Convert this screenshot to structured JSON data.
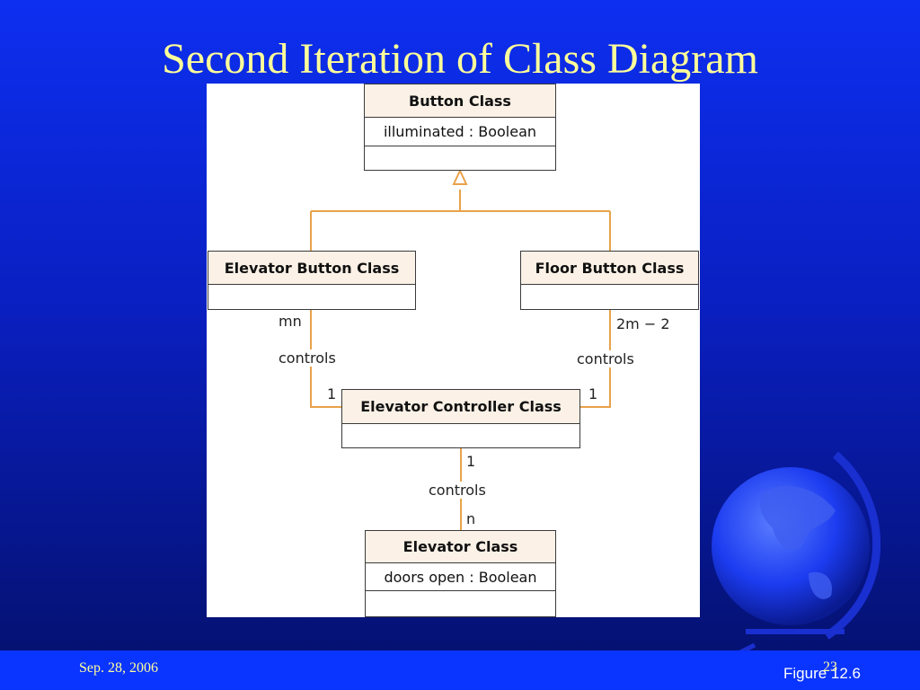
{
  "slide": {
    "title": "Second Iteration of Class Diagram",
    "date": "Sep. 28, 2006",
    "page_number": "23",
    "figure_label": "Figure 12.6"
  },
  "diagram": {
    "button_class": {
      "name": "Button Class",
      "attribute": "illuminated : Boolean"
    },
    "elevator_button_class": {
      "name": "Elevator Button Class"
    },
    "floor_button_class": {
      "name": "Floor Button Class"
    },
    "elevator_controller_class": {
      "name": "Elevator Controller Class"
    },
    "elevator_class": {
      "name": "Elevator Class",
      "attribute": "doors open : Boolean"
    },
    "associations": {
      "elevator_button": {
        "multiplicity_button": "mn",
        "label": "controls",
        "multiplicity_controller": "1"
      },
      "floor_button": {
        "multiplicity_button": "2m − 2",
        "label": "controls",
        "multiplicity_controller": "1"
      },
      "elevator": {
        "multiplicity_controller": "1",
        "label": "controls",
        "multiplicity_elevator": "n"
      }
    }
  },
  "colors": {
    "connector": "#e8a24a",
    "class_header": "#fbf1e6",
    "title": "#ffff99",
    "footer_bar": "#0a34ff"
  }
}
